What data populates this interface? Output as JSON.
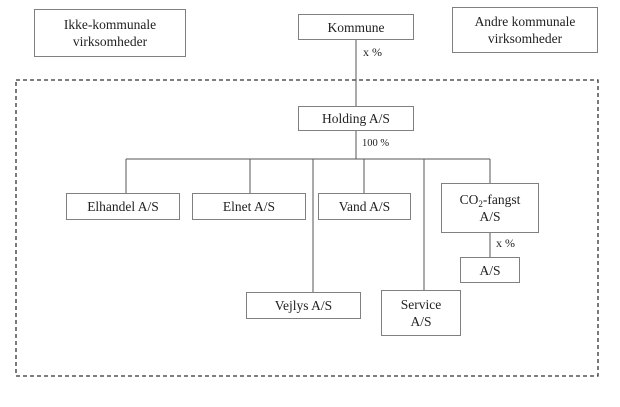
{
  "nodes": {
    "ikke_kommunale": {
      "line1": "Ikke-kommunale",
      "line2": "virksomheder"
    },
    "kommune": {
      "label": "Kommune"
    },
    "andre_kommunale": {
      "line1": "Andre kommunale",
      "line2": "virksomheder"
    },
    "holding": {
      "label": "Holding A/S"
    },
    "elhandel": {
      "label": "Elhandel A/S"
    },
    "elnet": {
      "label": "Elnet A/S"
    },
    "vand": {
      "label": "Vand A/S"
    },
    "co2": {
      "prefix": "CO",
      "sub": "2",
      "suffix": "-fangst",
      "line2": "A/S"
    },
    "co2_child": {
      "label": "A/S"
    },
    "vejlys": {
      "label": "Vejlys A/S"
    },
    "service": {
      "line1": "Service",
      "line2": "A/S"
    }
  },
  "labels": {
    "kommune_to_holding": "x %",
    "holding_to_subsidiaries": "100 %",
    "co2_to_child": "x %"
  }
}
